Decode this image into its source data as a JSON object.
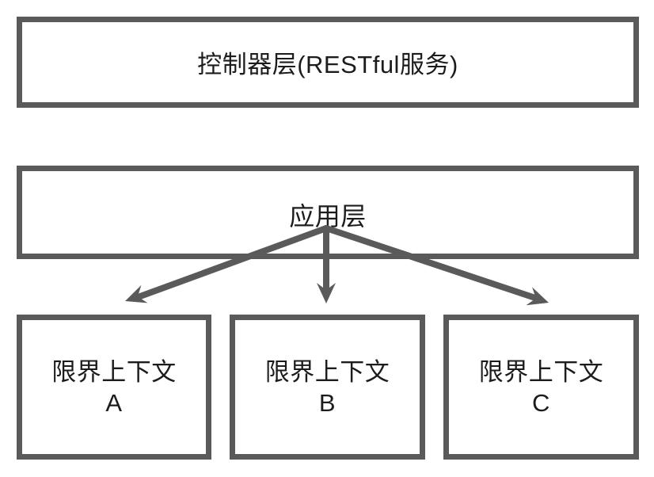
{
  "colors": {
    "line": "#5a5a5a",
    "text": "#1c1c1c",
    "background": "#ffffff"
  },
  "diagram": {
    "type": "layered-architecture",
    "nodes": {
      "controller": {
        "label": "控制器层(RESTful服务)"
      },
      "application": {
        "label": "应用层"
      },
      "context_a": {
        "line1": "限界上下文",
        "line2": "A"
      },
      "context_b": {
        "line1": "限界上下文",
        "line2": "B"
      },
      "context_c": {
        "line1": "限界上下文",
        "line2": "C"
      }
    },
    "edges": [
      {
        "from": "应用层",
        "to": "限界上下文 A"
      },
      {
        "from": "应用层",
        "to": "限界上下文 B"
      },
      {
        "from": "应用层",
        "to": "限界上下文 C"
      }
    ]
  }
}
